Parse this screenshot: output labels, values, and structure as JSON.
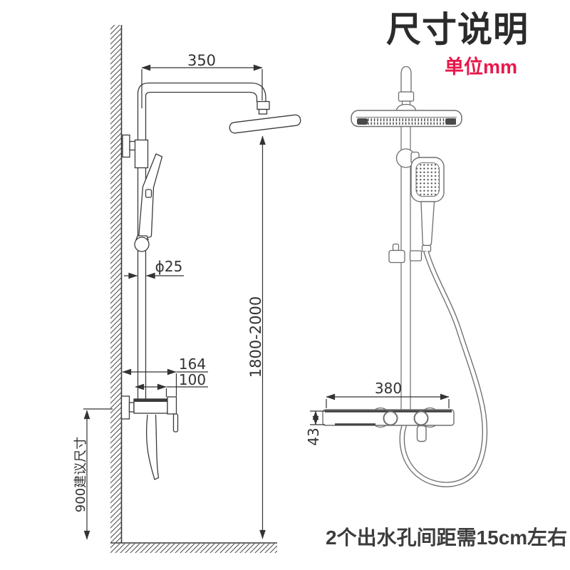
{
  "header": {
    "title": "尺寸说明",
    "unit_label": "单位mm"
  },
  "footer": {
    "note": "2个出水孔间距需15cm左右"
  },
  "colors": {
    "accent_red": "#e8174a",
    "left_drawing_line": "#3a3a3a",
    "right_drawing_line": "#6e6e6e",
    "dimension_line": "#333333",
    "title_text": "#2b2b2b",
    "note_text": "#3d3d3d"
  },
  "left_drawing": {
    "dimensions": {
      "arm_length": "350",
      "pipe_diameter": "ϕ25",
      "valve_width": "164",
      "valve_offset": "100",
      "column_height_range": "1800-2000",
      "suggested_install_height": "900建议尺寸"
    }
  },
  "right_drawing": {
    "dimensions": {
      "faucet_bar_width": "380",
      "faucet_bar_height": "43"
    }
  }
}
